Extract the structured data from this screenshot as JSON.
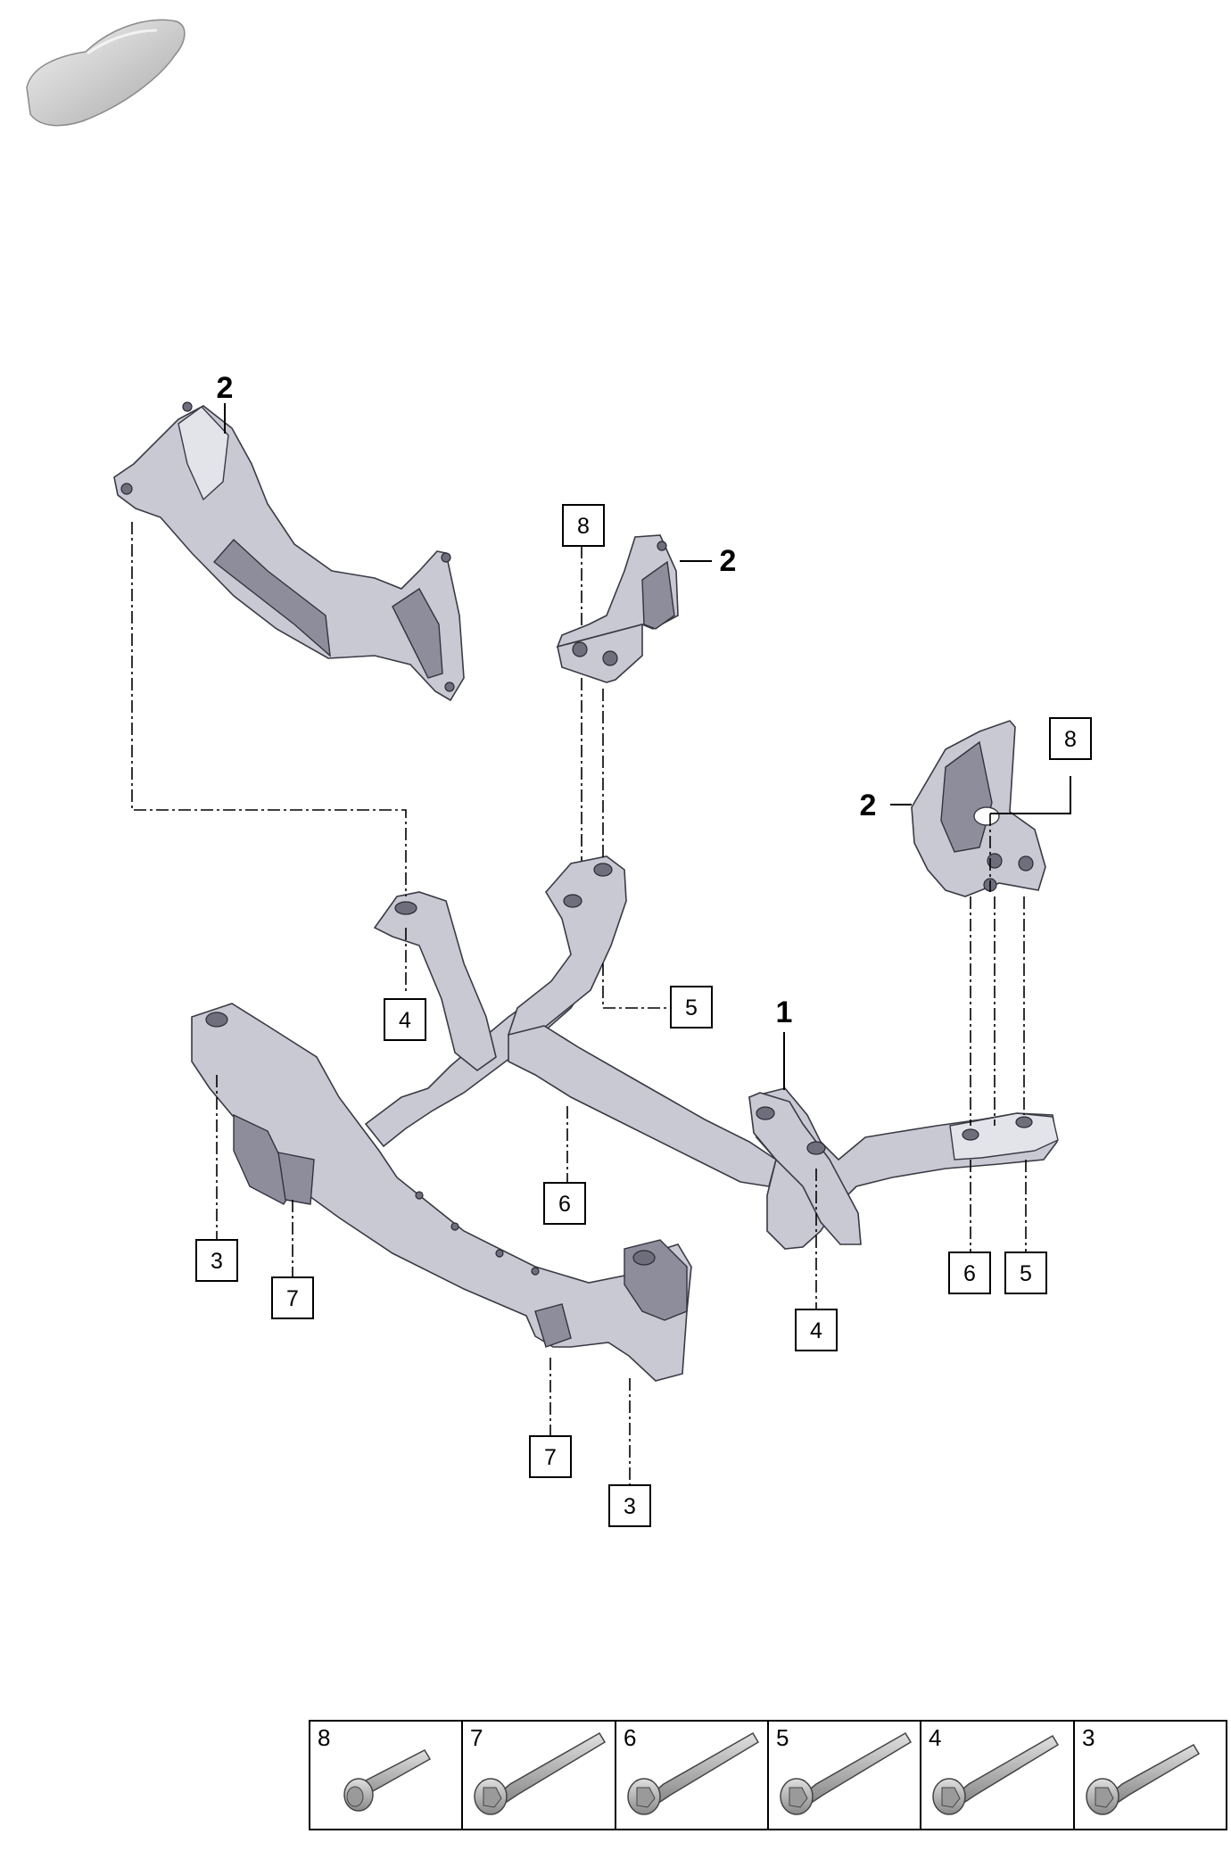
{
  "figure": {
    "callouts": [
      {
        "id": "c8a",
        "text": "8"
      },
      {
        "id": "c8b",
        "text": "8"
      },
      {
        "id": "c4a",
        "text": "4"
      },
      {
        "id": "c5a",
        "text": "5"
      },
      {
        "id": "c6a",
        "text": "6"
      },
      {
        "id": "c3a",
        "text": "3"
      },
      {
        "id": "c7a",
        "text": "7"
      },
      {
        "id": "c7b",
        "text": "7"
      },
      {
        "id": "c3b",
        "text": "3"
      },
      {
        "id": "c4b",
        "text": "4"
      },
      {
        "id": "c6b",
        "text": "6"
      },
      {
        "id": "c5b",
        "text": "5"
      }
    ],
    "part_labels": {
      "subframe": "1",
      "bracket_left": "2",
      "bracket_middle": "2",
      "bracket_right": "2"
    }
  },
  "legend_strip": {
    "cells": [
      {
        "number": "8",
        "icon": "short-flange-bolt-icon"
      },
      {
        "number": "7",
        "icon": "long-flange-bolt-icon"
      },
      {
        "number": "6",
        "icon": "long-flange-bolt-icon"
      },
      {
        "number": "5",
        "icon": "long-flange-bolt-icon"
      },
      {
        "number": "4",
        "icon": "long-flange-bolt-icon"
      },
      {
        "number": "3",
        "icon": "medium-flange-bolt-icon"
      }
    ]
  },
  "colors": {
    "part_fill": "#c9c9d4",
    "part_shadow": "#8d8d9c",
    "line": "#000000",
    "background": "#ffffff"
  }
}
